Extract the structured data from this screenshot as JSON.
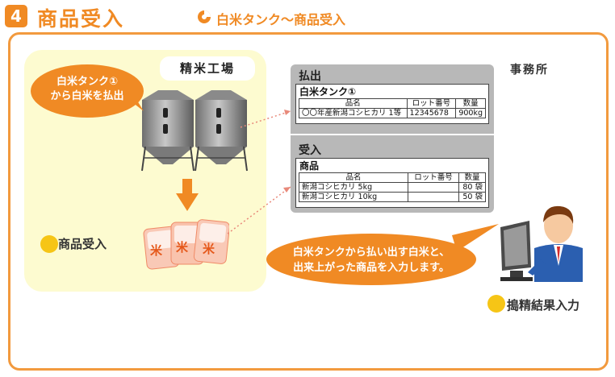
{
  "header": {
    "step_number": "4",
    "title": "商品受入",
    "subtitle": "白米タンク～商品受入"
  },
  "factory": {
    "label": "精米工場",
    "bubble": [
      "白米タンク①",
      "から白米を払出"
    ],
    "receive_label": "商品受入",
    "bag_text": "米"
  },
  "office": {
    "label": "事務所",
    "result_label": "搗精結果入力",
    "bubble": [
      "白米タンクから払い出す白米と、",
      "出来上がった商品を入力します。"
    ]
  },
  "payout": {
    "section_title": "払出",
    "form_title": "白米タンク①",
    "columns": [
      "品名",
      "ロット番号",
      "数量"
    ],
    "rows": [
      [
        "〇〇年産新潟コシヒカリ 1等",
        "12345678",
        "900kg"
      ]
    ]
  },
  "receipt": {
    "section_title": "受入",
    "form_title": "商品",
    "columns": [
      "品名",
      "ロット番号",
      "数量"
    ],
    "rows": [
      [
        "新潟コシヒカリ 5kg",
        "",
        "80 袋"
      ],
      [
        "新潟コシヒカリ 10kg",
        "",
        "50 袋"
      ]
    ]
  },
  "colors": {
    "accent": "#f08a24",
    "factory_bg": "#fdfbd0",
    "panel_bg": "#b8b8b8",
    "dot": "#f6c516"
  },
  "icons": [
    "pie-chart-icon",
    "silo-icon",
    "down-arrow-icon",
    "rice-bag-icon",
    "office-worker-icon",
    "computer-monitor-icon"
  ]
}
